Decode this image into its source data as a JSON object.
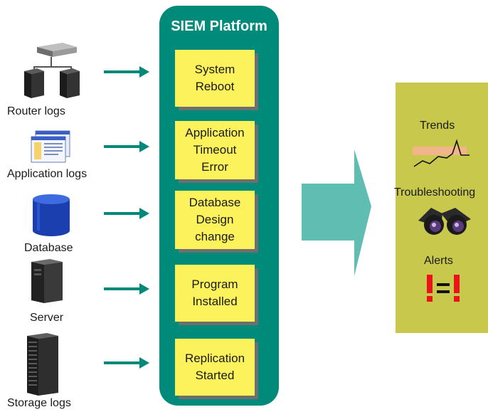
{
  "sources": [
    {
      "label": "Router logs",
      "icon": "router-network-icon"
    },
    {
      "label": "Application logs",
      "icon": "application-window-icon"
    },
    {
      "label": "Database",
      "icon": "database-cylinder-icon"
    },
    {
      "label": "Server",
      "icon": "server-tower-icon"
    },
    {
      "label": "Storage logs",
      "icon": "storage-rack-icon"
    }
  ],
  "platform": {
    "title": "SIEM Platform",
    "events": [
      {
        "lines": [
          "System",
          "Reboot"
        ]
      },
      {
        "lines": [
          "Application",
          "Timeout",
          "Error"
        ]
      },
      {
        "lines": [
          "Database",
          "Design",
          "change"
        ]
      },
      {
        "lines": [
          "Program",
          "Installed"
        ]
      },
      {
        "lines": [
          "Replication",
          "Started"
        ]
      }
    ]
  },
  "outputs": {
    "trends": "Trends",
    "troubleshooting": "Troubleshooting",
    "alerts": "Alerts"
  },
  "colors": {
    "platform": "#008a7a",
    "arrow": "#00897b",
    "big_arrow": "#5fbdb1",
    "event_note": "#fbf25c",
    "output_panel": "#c7c84c",
    "alert_red": "#e8141a"
  }
}
